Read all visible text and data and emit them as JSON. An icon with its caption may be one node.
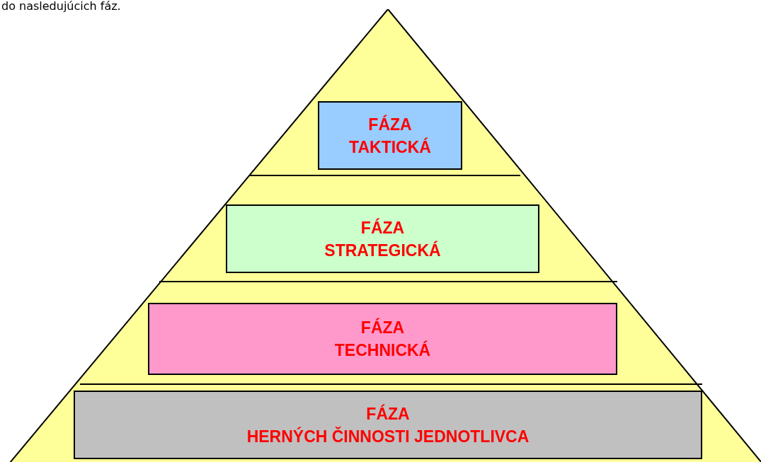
{
  "diagram": {
    "nodes": [
      {
        "text": [],
        "shape": "triangle"
      },
      {
        "text": [
          "FÁZA",
          "TAKTICKÁ"
        ],
        "in": 0
      },
      {
        "text": [
          "FÁZA",
          "STRATEGICKÁ"
        ],
        "in": 0
      },
      {
        "text": [
          "FÁZA",
          "TECHNICKÁ"
        ],
        "in": 0
      },
      {
        "text": [
          "FÁZA",
          "HERNÝCH ČINNOSTI JEDNOTLIVCA"
        ],
        "in": 0
      }
    ],
    "labels": [
      "do nasledujúcich fáz."
    ]
  }
}
